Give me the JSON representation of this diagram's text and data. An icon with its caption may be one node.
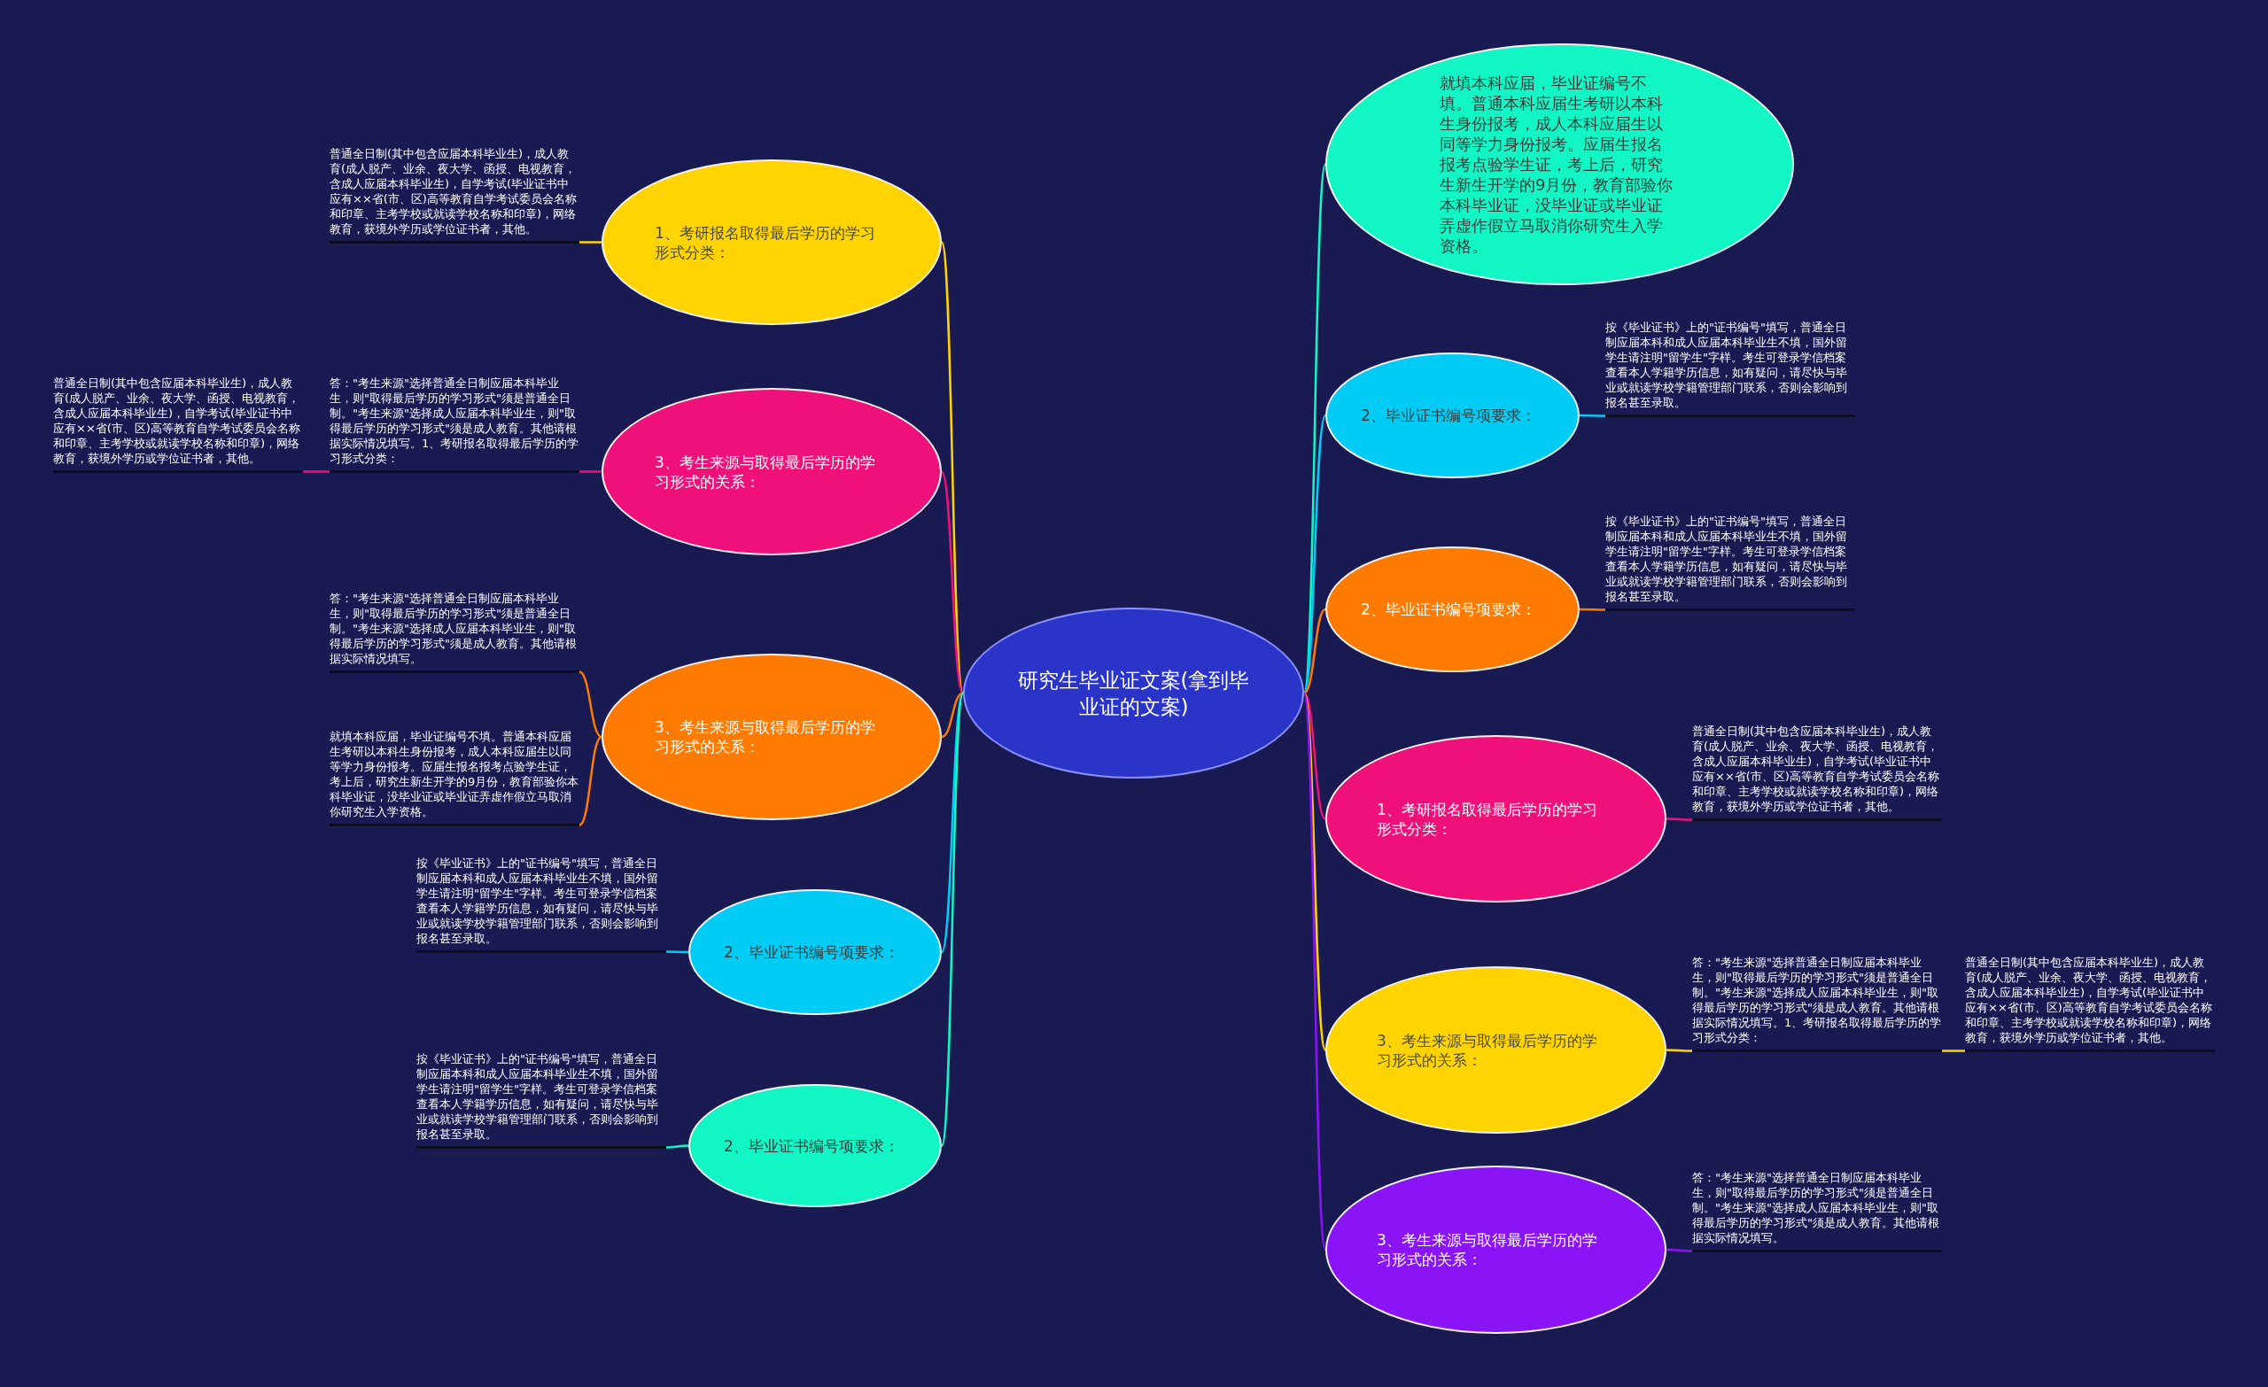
{
  "diagram": {
    "nodes": [
      {
        "text": [
          "研究生毕业证文案(拿到毕业证的文案)"
        ]
      },
      {
        "text": [
          "1、考研报名取得最后学历的学习形式分类："
        ]
      },
      {
        "text": [
          "普通全日制(其中包含应届本科毕业生)，成人教育(成人脱产、业余、夜大学、函授、电视教育，含成人应届本科毕业生)，自学考试(毕业证书中应有××省(市、区)高等教育自学考试委员会名称和印章、主考学校或就读学校名称和印章)，网络教育，获境外学历或学位证书者，其他。"
        ]
      },
      {
        "text": [
          "3、考生来源与取得最后学历的学习形式的关系："
        ]
      },
      {
        "text": [
          "答：\"考生来源\"选择普通全日制应届本科毕业生，则\"取得最后学历的学习形式\"须是普通全日制。\"考生来源\"选择成人应届本科毕业生，则\"取得最后学历的学习形式\"须是成人教育。其他请根据实际情况填写。1、考研报名取得最后学历的学习形式分类："
        ]
      },
      {
        "text": [
          "普通全日制(其中包含应届本科毕业生)，成人教育(成人脱产、业余、夜大学、函授、电视教育，含成人应届本科毕业生)，自学考试(毕业证书中应有××省(市、区)高等教育自学考试委员会名称和印章、主考学校或就读学校名称和印章)，网络教育，获境外学历或学位证书者，其他。"
        ]
      },
      {
        "text": [
          "3、考生来源与取得最后学历的学习形式的关系："
        ]
      },
      {
        "text": [
          "答：\"考生来源\"选择普通全日制应届本科毕业生，则\"取得最后学历的学习形式\"须是普通全日制。\"考生来源\"选择成人应届本科毕业生，则\"取得最后学历的学习形式\"须是成人教育。其他请根据实际情况填写。"
        ]
      },
      {
        "text": [
          "就填本科应届，毕业证编号不填。普通本科应届生考研以本科生身份报考，成人本科应届生以同等学力身份报考。应届生报名报考点验学生证，考上后，研究生新生开学的9月份，教育部验你本科毕业证，没毕业证或毕业证弄虚作假立马取消你研究生入学资格。"
        ]
      },
      {
        "text": [
          "2、毕业证书编号项要求："
        ]
      },
      {
        "text": [
          "按《毕业证书》上的\"证书编号\"填写，普通全日制应届本科和成人应届本科毕业生不填，国外留学生请注明\"留学生\"字样。考生可登录学信档案查看本人学籍学历信息，如有疑问，请尽快与毕业或就读学校学籍管理部门联系，否则会影响到报名甚至录取。"
        ]
      },
      {
        "text": [
          "2、毕业证书编号项要求："
        ]
      },
      {
        "text": [
          "按《毕业证书》上的\"证书编号\"填写，普通全日制应届本科和成人应届本科毕业生不填，国外留学生请注明\"留学生\"字样。考生可登录学信档案查看本人学籍学历信息，如有疑问，请尽快与毕业或就读学校学籍管理部门联系，否则会影响到报名甚至录取。"
        ]
      },
      {
        "text": [
          "就填本科应届，毕业证编号不填。普通本科应届生考研以本科生身份报考，成人本科应届生以同等学力身份报考。应届生报名报考点验学生证，考上后，研究生新生开学的9月份，教育部验你本科毕业证，没毕业证或毕业证弄虚作假立马取消你研究生入学资格。"
        ]
      },
      {
        "text": [
          "2、毕业证书编号项要求："
        ]
      },
      {
        "text": [
          "按《毕业证书》上的\"证书编号\"填写，普通全日制应届本科和成人应届本科毕业生不填，国外留学生请注明\"留学生\"字样。考生可登录学信档案查看本人学籍学历信息，如有疑问，请尽快与毕业或就读学校学籍管理部门联系，否则会影响到报名甚至录取。"
        ]
      },
      {
        "text": [
          "2、毕业证书编号项要求："
        ]
      },
      {
        "text": [
          "按《毕业证书》上的\"证书编号\"填写，普通全日制应届本科和成人应届本科毕业生不填，国外留学生请注明\"留学生\"字样。考生可登录学信档案查看本人学籍学历信息，如有疑问，请尽快与毕业或就读学校学籍管理部门联系，否则会影响到报名甚至录取。"
        ]
      },
      {
        "text": [
          "1、考研报名取得最后学历的学习形式分类："
        ]
      },
      {
        "text": [
          "普通全日制(其中包含应届本科毕业生)，成人教育(成人脱产、业余、夜大学、函授、电视教育，含成人应届本科毕业生)，自学考试(毕业证书中应有××省(市、区)高等教育自学考试委员会名称和印章、主考学校或就读学校名称和印章)，网络教育，获境外学历或学位证书者，其他。"
        ]
      },
      {
        "text": [
          "3、考生来源与取得最后学历的学习形式的关系："
        ]
      },
      {
        "text": [
          "答：\"考生来源\"选择普通全日制应届本科毕业生，则\"取得最后学历的学习形式\"须是普通全日制。\"考生来源\"选择成人应届本科毕业生，则\"取得最后学历的学习形式\"须是成人教育。其他请根据实际情况填写。1、考研报名取得最后学历的学习形式分类："
        ]
      },
      {
        "text": [
          "普通全日制(其中包含应届本科毕业生)，成人教育(成人脱产、业余、夜大学、函授、电视教育，含成人应届本科毕业生)，自学考试(毕业证书中应有××省(市、区)高等教育自学考试委员会名称和印章、主考学校或就读学校名称和印章)，网络教育，获境外学历或学位证书者，其他。"
        ]
      },
      {
        "text": [
          "3、考生来源与取得最后学历的学习形式的关系："
        ]
      },
      {
        "text": [
          "答：\"考生来源\"选择普通全日制应届本科毕业生，则\"取得最后学历的学习形式\"须是普通全日制。\"考生来源\"选择成人应届本科毕业生，则\"取得最后学历的学习形式\"须是成人教育。其他请根据实际情况填写。"
        ]
      }
    ],
    "edges": [
      {
        "from": 0,
        "to": 1,
        "arrow": "none",
        "color": "#ffd400"
      },
      {
        "from": 1,
        "to": 2,
        "arrow": "none",
        "color": "#ffd400"
      },
      {
        "from": 0,
        "to": 3,
        "arrow": "none",
        "color": "#f0107a"
      },
      {
        "from": 3,
        "to": 4,
        "arrow": "none",
        "color": "#f0107a"
      },
      {
        "from": 4,
        "to": 5,
        "arrow": "none",
        "color": "#f0107a"
      },
      {
        "from": 0,
        "to": 6,
        "arrow": "none",
        "color": "#ff7a00"
      },
      {
        "from": 6,
        "to": 7,
        "arrow": "none",
        "color": "#ff7a00"
      },
      {
        "from": 6,
        "to": 8,
        "arrow": "none",
        "color": "#ff7a00"
      },
      {
        "from": 0,
        "to": 9,
        "arrow": "none",
        "color": "#00ccf5"
      },
      {
        "from": 9,
        "to": 10,
        "arrow": "none",
        "color": "#00ccf5"
      },
      {
        "from": 0,
        "to": 11,
        "arrow": "none",
        "color": "#12f5c4"
      },
      {
        "from": 11,
        "to": 12,
        "arrow": "none",
        "color": "#12f5c4"
      },
      {
        "from": 0,
        "to": 13,
        "arrow": "none",
        "color": "#12f5c4"
      },
      {
        "from": 0,
        "to": 14,
        "arrow": "none",
        "color": "#00ccf5"
      },
      {
        "from": 14,
        "to": 15,
        "arrow": "none",
        "color": "#00ccf5"
      },
      {
        "from": 0,
        "to": 16,
        "arrow": "none",
        "color": "#ff7a00"
      },
      {
        "from": 16,
        "to": 17,
        "arrow": "none",
        "color": "#ff7a00"
      },
      {
        "from": 0,
        "to": 18,
        "arrow": "none",
        "color": "#f0107a"
      },
      {
        "from": 18,
        "to": 19,
        "arrow": "none",
        "color": "#f0107a"
      },
      {
        "from": 0,
        "to": 20,
        "arrow": "none",
        "color": "#ffd400"
      },
      {
        "from": 20,
        "to": 21,
        "arrow": "none",
        "color": "#ffd400"
      },
      {
        "from": 21,
        "to": 22,
        "arrow": "none",
        "color": "#ffd400"
      },
      {
        "from": 0,
        "to": 23,
        "arrow": "none",
        "color": "#8a14f5"
      },
      {
        "from": 23,
        "to": 24,
        "arrow": "none",
        "color": "#8a14f5"
      }
    ]
  }
}
